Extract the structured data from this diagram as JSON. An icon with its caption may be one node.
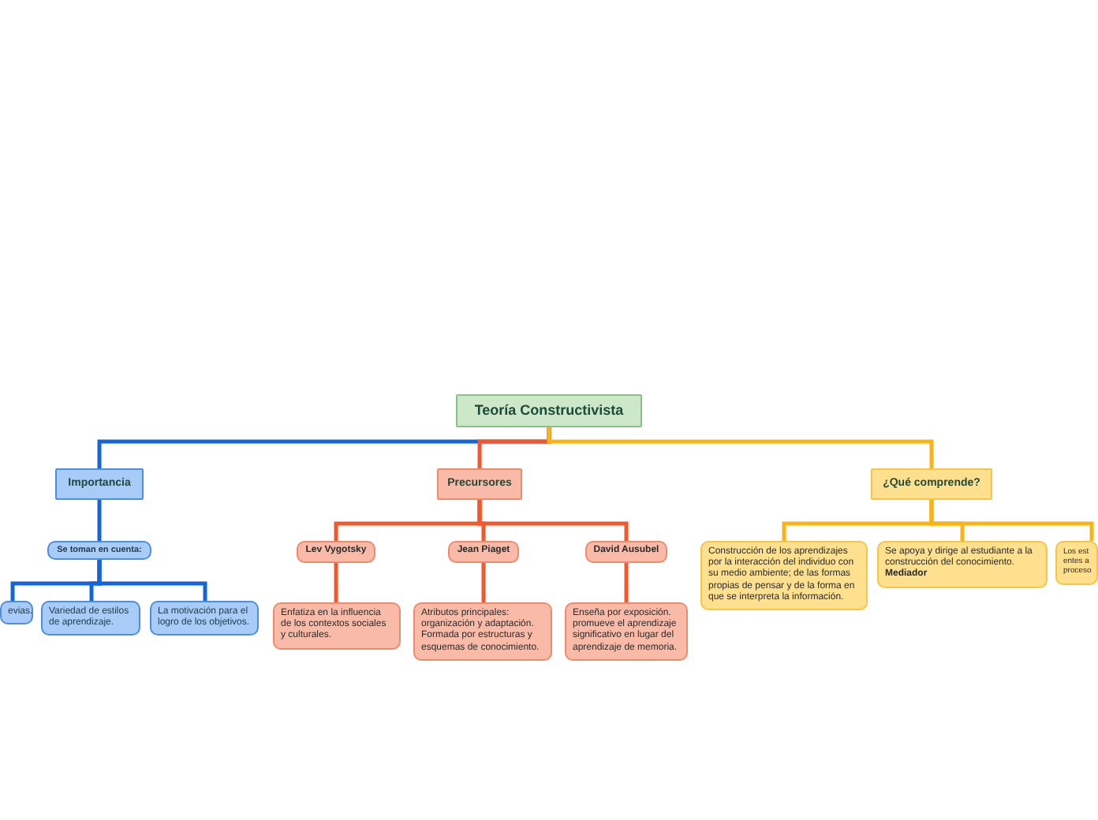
{
  "diagram": {
    "nodes": [
      {
        "text": [
          "Teoría Constructivista"
        ]
      },
      {
        "text": [
          "Importancia"
        ]
      },
      {
        "text": [
          "Precursores"
        ]
      },
      {
        "text": [
          "¿Qué comprende?"
        ]
      },
      {
        "text": [
          "Se toman en cuenta:"
        ]
      },
      {
        "text": [
          "evias."
        ]
      },
      {
        "text": [
          "Variedad de estilos de aprendizaje."
        ]
      },
      {
        "text": [
          "La motivación para el logro de los objetivos."
        ]
      },
      {
        "text": [
          "Lev Vygotsky"
        ]
      },
      {
        "text": [
          "Jean Piaget"
        ]
      },
      {
        "text": [
          "David Ausubel"
        ]
      },
      {
        "text": [
          "Enfatiza en la influencia de los contextos sociales y culturales."
        ]
      },
      {
        "text": [
          "Atributos principales: organización y adaptación. Formada por estructuras y esquemas de conocimiento."
        ]
      },
      {
        "text": [
          "Enseña por exposición. promueve el aprendizaje significativo en lugar del aprendizaje de memoria."
        ]
      },
      {
        "text": [
          "Construcción de los aprendizajes por la interacción del individuo con su medio ambiente; de las formas propias de pensar y de la forma en que se interpreta la información."
        ]
      },
      {
        "text": [
          "Se apoya y dirige al estudiante a la construcción del conocimiento. **Mediador**"
        ]
      },
      {
        "text": [
          "Los est entes a proceso"
        ]
      }
    ],
    "edges": [
      {
        "from": 0,
        "to": 1,
        "arrow": "none",
        "color": "#1565d8"
      },
      {
        "from": 0,
        "to": 2,
        "arrow": "none"
      },
      {
        "from": 0,
        "to": 3,
        "arrow": "none",
        "color": "#fbb416"
      },
      {
        "from": 1,
        "to": 4,
        "arrow": "none",
        "color": "#1565d8"
      },
      {
        "from": 4,
        "to": 5,
        "arrow": "none",
        "color": "#1565d8"
      },
      {
        "from": 4,
        "to": 6,
        "arrow": "none",
        "color": "#1565d8"
      },
      {
        "from": 4,
        "to": 7,
        "arrow": "none",
        "color": "#1565d8"
      },
      {
        "from": 2,
        "to": 8,
        "arrow": "none"
      },
      {
        "from": 2,
        "to": 9,
        "arrow": "none"
      },
      {
        "from": 2,
        "to": 10,
        "arrow": "none"
      },
      {
        "from": 8,
        "to": 11,
        "arrow": "none"
      },
      {
        "from": 9,
        "to": 12,
        "arrow": "none"
      },
      {
        "from": 10,
        "to": 13,
        "arrow": "none"
      },
      {
        "from": 3,
        "to": 14,
        "arrow": "none",
        "color": "#fbb416"
      },
      {
        "from": 3,
        "to": 15,
        "arrow": "none",
        "color": "#fbb416"
      },
      {
        "from": 3,
        "to": 16,
        "arrow": "none",
        "color": "#fbb416"
      }
    ]
  }
}
